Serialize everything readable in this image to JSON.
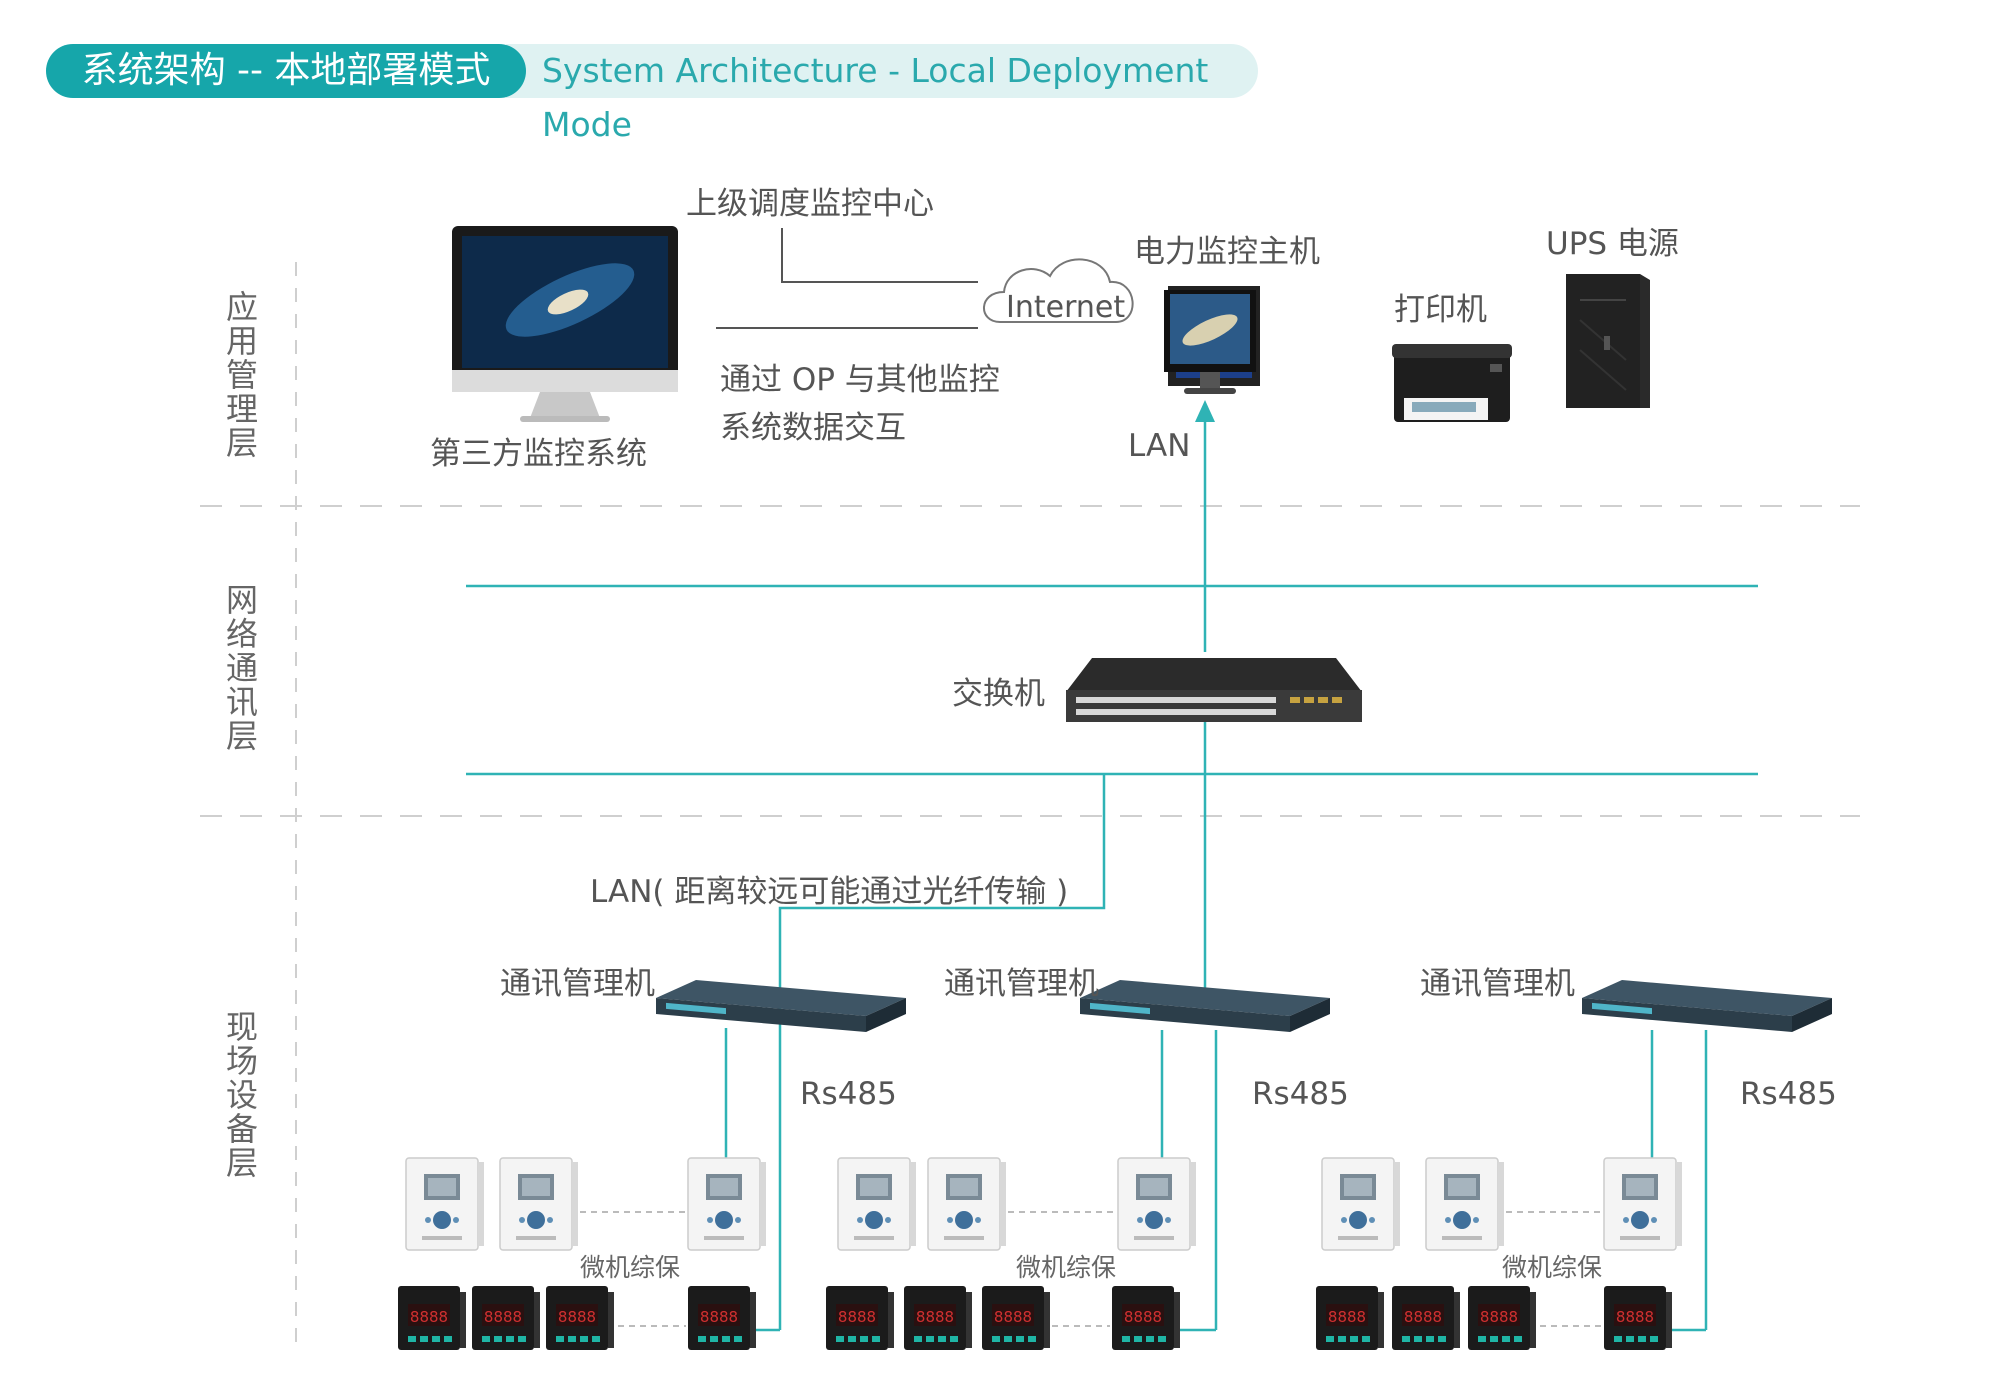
{
  "header": {
    "title_cn": "系统架构 -- 本地部署模式",
    "title_en": "System Architecture - Local Deployment Mode"
  },
  "layers": {
    "application": "应用管理层",
    "network": "网络通讯层",
    "field": "现场设备层"
  },
  "application": {
    "superior_center": "上级调度监控中心",
    "internet": "Internet",
    "op_exchange_line1": "通过 OP 与其他监控",
    "op_exchange_line2": "系统数据交互",
    "third_party": "第三方监控系统",
    "host": "电力监控主机",
    "printer": "打印机",
    "ups": "UPS 电源",
    "lan": "LAN"
  },
  "network": {
    "switch": "交换机",
    "lan_fiber": "LAN( 距离较远可能通过光纤传输 )"
  },
  "field": {
    "groups": [
      {
        "manager": "通讯管理机",
        "bus": "Rs485",
        "relay_label": "微机综保"
      },
      {
        "manager": "通讯管理机",
        "bus": "Rs485",
        "relay_label": "微机综保"
      },
      {
        "manager": "通讯管理机",
        "bus": "Rs485",
        "relay_label": "微机综保"
      }
    ]
  },
  "colors": {
    "teal": "#16a6aa",
    "teal_light": "#dff2f2",
    "line": "#2fb3b5",
    "dash": "#cfcfcf"
  }
}
